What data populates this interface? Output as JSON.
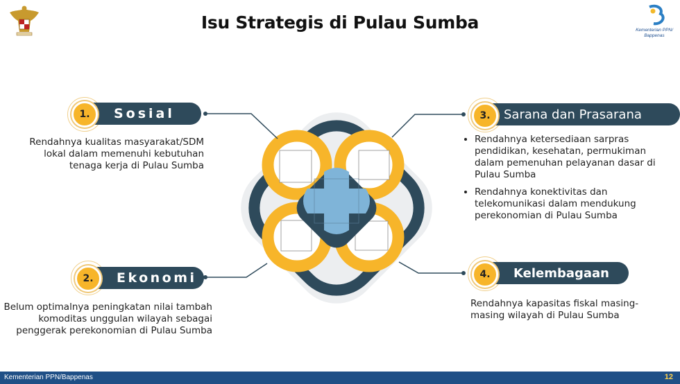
{
  "header": {
    "title": "Isu Strategis di Pulau Sumba",
    "logo_right_line1": "Kementerian PPN/",
    "logo_right_line2": "Bappenas"
  },
  "issues": [
    {
      "number": "1.",
      "title": "Sosial",
      "text": "Rendahnya kualitas masyarakat/SDM lokal dalam memenuhi kebutuhan tenaga kerja di Pulau Sumba"
    },
    {
      "number": "2.",
      "title": "Ekonomi",
      "text": "Belum optimalnya peningkatan nilai tambah komoditas unggulan wilayah  sebagai penggerak perekonomian di Pulau Sumba"
    },
    {
      "number": "3.",
      "title": "Sarana dan Prasarana",
      "bullets": [
        "Rendahnya ketersediaan sarpras pendidikan, kesehatan, permukiman dalam pemenuhan pelayanan dasar di Pulau Sumba",
        "Rendahnya konektivitas dan telekomunikasi dalam mendukung perekonomian di Pulau Sumba"
      ]
    },
    {
      "number": "4.",
      "title": "Kelembagaan",
      "text": "Rendahnya kapasitas fiskal masing-masing wilayah di Pulau Sumba"
    }
  ],
  "footer": {
    "org": "Kementerian PPN/Bappenas",
    "page": "12"
  },
  "colors": {
    "navy": "#2e4a5b",
    "gold": "#f7b52a",
    "footer_blue": "#1f4f86",
    "center_blue": "#7fb4d8"
  }
}
